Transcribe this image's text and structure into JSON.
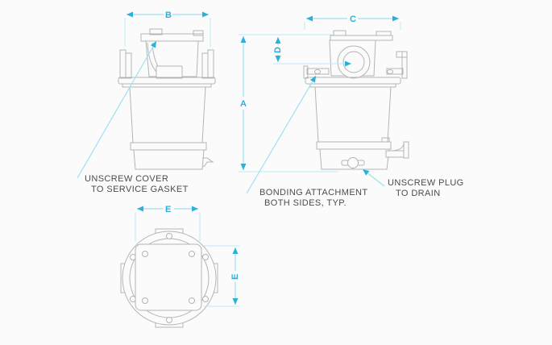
{
  "drawing": {
    "dimensions": {
      "a": "A",
      "b": "B",
      "c": "C",
      "d": "D",
      "e_width": "E",
      "e_height": "E"
    },
    "annotations": {
      "unscrew_cover": {
        "line1": "UNSCREW COVER",
        "line2": "TO SERVICE GASKET"
      },
      "bonding_attachment": {
        "line1": "BONDING ATTACHMENT",
        "line2": "BOTH SIDES, TYP."
      },
      "unscrew_plug": {
        "line1": "UNSCREW PLUG",
        "line2": "TO DRAIN"
      }
    },
    "colors": {
      "dimension_accent": "#29b1dc",
      "dimension_line": "#9de1f2",
      "drawing_line": "#b2b5b7",
      "annotation_text": "#4c4c50",
      "background": "#fbfbfb"
    }
  }
}
